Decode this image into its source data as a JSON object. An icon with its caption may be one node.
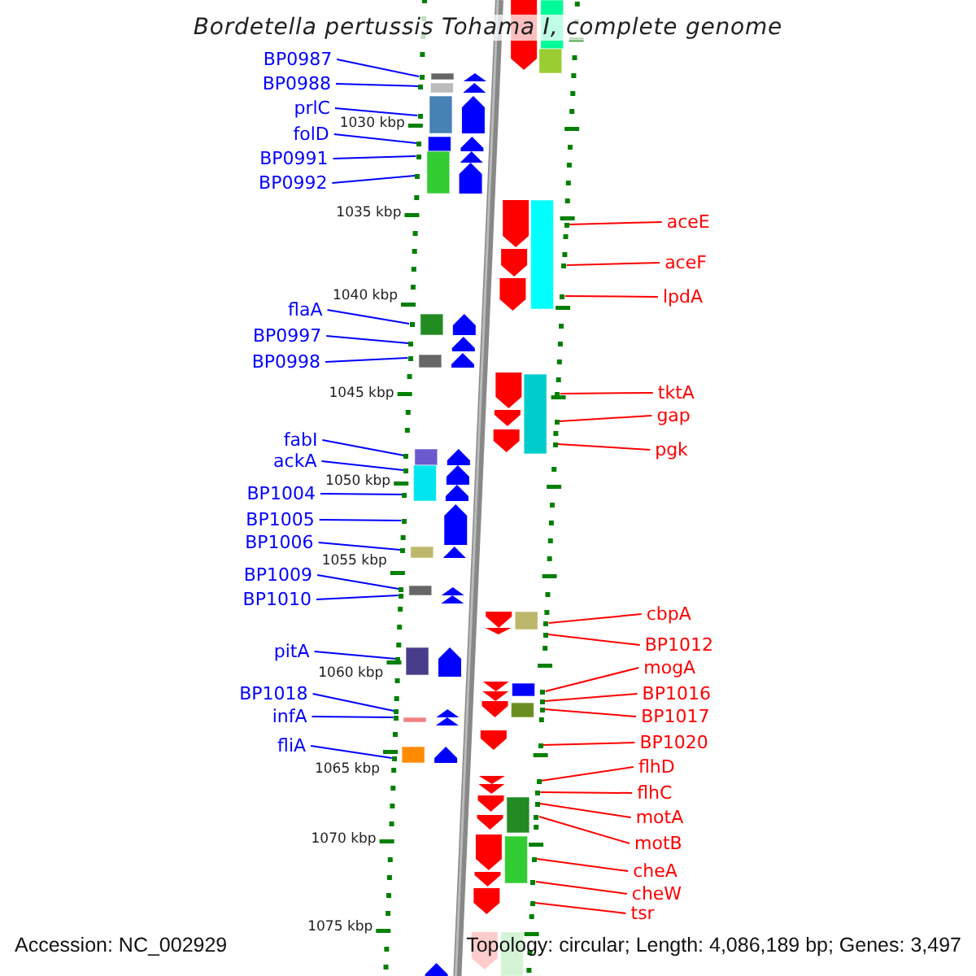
{
  "diagram": {
    "title": "Bordetella pertussis Tohama I, complete genome",
    "nodes": [
      {
        "text": [
          "BP0987"
        ]
      },
      {
        "text": [
          "BP0988"
        ]
      },
      {
        "text": [
          "prlC"
        ]
      },
      {
        "text": [
          "folD"
        ]
      },
      {
        "text": [
          "BP0991"
        ]
      },
      {
        "text": [
          "BP0992"
        ]
      },
      {
        "text": [
          "flaA"
        ]
      },
      {
        "text": [
          "BP0997"
        ]
      },
      {
        "text": [
          "BP0998"
        ]
      },
      {
        "text": [
          "fabI"
        ]
      },
      {
        "text": [
          "ackA"
        ]
      },
      {
        "text": [
          "BP1004"
        ]
      },
      {
        "text": [
          "BP1005"
        ]
      },
      {
        "text": [
          "BP1006"
        ]
      },
      {
        "text": [
          "BP1009"
        ]
      },
      {
        "text": [
          "BP1010"
        ]
      },
      {
        "text": [
          "pitA"
        ]
      },
      {
        "text": [
          "BP1018"
        ]
      },
      {
        "text": [
          "infA"
        ]
      },
      {
        "text": [
          "fliA"
        ]
      },
      {
        "text": [
          "aceE"
        ]
      },
      {
        "text": [
          "aceF"
        ]
      },
      {
        "text": [
          "lpdA"
        ]
      },
      {
        "text": [
          "tktA"
        ]
      },
      {
        "text": [
          "gap"
        ]
      },
      {
        "text": [
          "pgk"
        ]
      },
      {
        "text": [
          "cbpA"
        ]
      },
      {
        "text": [
          "BP1012"
        ]
      },
      {
        "text": [
          "mogA"
        ]
      },
      {
        "text": [
          "BP1016"
        ]
      },
      {
        "text": [
          "BP1017"
        ]
      },
      {
        "text": [
          "BP1020"
        ]
      },
      {
        "text": [
          "flhD"
        ]
      },
      {
        "text": [
          "flhC"
        ]
      },
      {
        "text": [
          "motA"
        ]
      },
      {
        "text": [
          "motB"
        ]
      },
      {
        "text": [
          "cheA"
        ]
      },
      {
        "text": [
          "cheW"
        ]
      },
      {
        "text": [
          "tsr"
        ]
      },
      {
        "text": [],
        "shape": "dot"
      },
      {
        "text": [],
        "shape": "dot"
      },
      {
        "text": [],
        "shape": "dot"
      },
      {
        "text": [],
        "shape": "dot"
      },
      {
        "text": [],
        "shape": "dot"
      },
      {
        "text": [],
        "shape": "dot"
      },
      {
        "text": [],
        "shape": "dot"
      },
      {
        "text": [],
        "shape": "dot"
      },
      {
        "text": [],
        "shape": "dot"
      },
      {
        "text": [],
        "shape": "dot"
      },
      {
        "text": [],
        "shape": "dot"
      },
      {
        "text": [],
        "shape": "dot"
      },
      {
        "text": [],
        "shape": "dot"
      },
      {
        "text": [],
        "shape": "dot"
      },
      {
        "text": [],
        "shape": "dot"
      },
      {
        "text": [],
        "shape": "dot"
      },
      {
        "text": [],
        "shape": "dot"
      },
      {
        "text": [],
        "shape": "dot"
      },
      {
        "text": [],
        "shape": "dot"
      },
      {
        "text": [],
        "shape": "dot"
      },
      {
        "text": [],
        "shape": "dot"
      },
      {
        "text": [],
        "shape": "dot"
      },
      {
        "text": [],
        "shape": "dot"
      },
      {
        "text": [],
        "shape": "dot"
      },
      {
        "text": [],
        "shape": "dot"
      },
      {
        "text": [],
        "shape": "dot"
      },
      {
        "text": [],
        "shape": "dot"
      },
      {
        "text": [],
        "shape": "dot"
      },
      {
        "text": [],
        "shape": "dot"
      },
      {
        "text": [],
        "shape": "dot"
      },
      {
        "text": [],
        "shape": "dot"
      },
      {
        "text": [],
        "shape": "dot"
      },
      {
        "text": [],
        "shape": "dot"
      },
      {
        "text": [],
        "shape": "dot"
      },
      {
        "text": [],
        "shape": "dot"
      },
      {
        "text": [],
        "shape": "dot"
      },
      {
        "text": [],
        "shape": "dot"
      },
      {
        "text": [],
        "shape": "dot"
      },
      {
        "text": [],
        "shape": "dot"
      }
    ],
    "edges": [
      {
        "from": 0,
        "to": 39,
        "arrow": "none"
      },
      {
        "from": 1,
        "to": 40,
        "arrow": "none"
      },
      {
        "from": 2,
        "to": 41,
        "arrow": "none"
      },
      {
        "from": 3,
        "to": 42,
        "arrow": "none"
      },
      {
        "from": 4,
        "to": 43,
        "arrow": "none"
      },
      {
        "from": 5,
        "to": 44,
        "arrow": "none"
      },
      {
        "from": 6,
        "to": 45,
        "arrow": "none"
      },
      {
        "from": 7,
        "to": 46,
        "arrow": "none"
      },
      {
        "from": 8,
        "to": 47,
        "arrow": "none"
      },
      {
        "from": 9,
        "to": 48,
        "arrow": "none"
      },
      {
        "from": 10,
        "to": 49,
        "arrow": "none"
      },
      {
        "from": 11,
        "to": 50,
        "arrow": "none"
      },
      {
        "from": 12,
        "to": 51,
        "arrow": "none"
      },
      {
        "from": 13,
        "to": 52,
        "arrow": "none"
      },
      {
        "from": 14,
        "to": 53,
        "arrow": "none"
      },
      {
        "from": 15,
        "to": 54,
        "arrow": "none"
      },
      {
        "from": 16,
        "to": 55,
        "arrow": "none"
      },
      {
        "from": 17,
        "to": 56,
        "arrow": "none"
      },
      {
        "from": 18,
        "to": 57,
        "arrow": "none"
      },
      {
        "from": 19,
        "to": 58,
        "arrow": "none"
      },
      {
        "from": 20,
        "to": 59,
        "arrow": "none",
        "color": "#ff0000"
      },
      {
        "from": 21,
        "to": 60,
        "arrow": "none",
        "color": "#ff0000"
      },
      {
        "from": 22,
        "to": 61,
        "arrow": "none",
        "color": "#ff0000"
      },
      {
        "from": 23,
        "to": 62,
        "arrow": "none",
        "color": "#ff0000"
      },
      {
        "from": 24,
        "to": 63,
        "arrow": "none",
        "color": "#ff0000"
      },
      {
        "from": 25,
        "to": 64,
        "arrow": "none",
        "color": "#ff0000"
      },
      {
        "from": 26,
        "to": 65,
        "arrow": "none",
        "color": "#ff0000"
      },
      {
        "from": 27,
        "to": 66,
        "arrow": "none",
        "color": "#ff0000"
      },
      {
        "from": 28,
        "to": 67,
        "arrow": "none",
        "color": "#ff0000"
      },
      {
        "from": 29,
        "to": 68,
        "arrow": "none",
        "color": "#ff0000"
      },
      {
        "from": 30,
        "to": 69,
        "arrow": "none",
        "color": "#ff0000"
      },
      {
        "from": 31,
        "to": 70,
        "arrow": "none",
        "color": "#ff0000"
      },
      {
        "from": 32,
        "to": 71,
        "arrow": "none",
        "color": "#ff0000"
      },
      {
        "from": 33,
        "to": 72,
        "arrow": "none",
        "color": "#ff0000"
      },
      {
        "from": 34,
        "to": 73,
        "arrow": "none",
        "color": "#ff0000"
      },
      {
        "from": 35,
        "to": 74,
        "arrow": "none",
        "color": "#ff0000"
      },
      {
        "from": 36,
        "to": 75,
        "arrow": "none",
        "color": "#ff0000"
      },
      {
        "from": 37,
        "to": 76,
        "arrow": "none",
        "color": "#ff0000"
      },
      {
        "from": 38,
        "to": 77,
        "arrow": "none",
        "color": "#ff0000"
      }
    ],
    "labels": [
      "1030 kbp",
      "1035 kbp",
      "1040 kbp",
      "1045 kbp",
      "1050 kbp",
      "1055 kbp",
      "1060 kbp",
      "1065 kbp",
      "1070 kbp",
      "1075 kbp",
      "Accession: NC_002929",
      "Topology: circular; Length: 4,086,189 bp; Genes: 3,497"
    ]
  }
}
